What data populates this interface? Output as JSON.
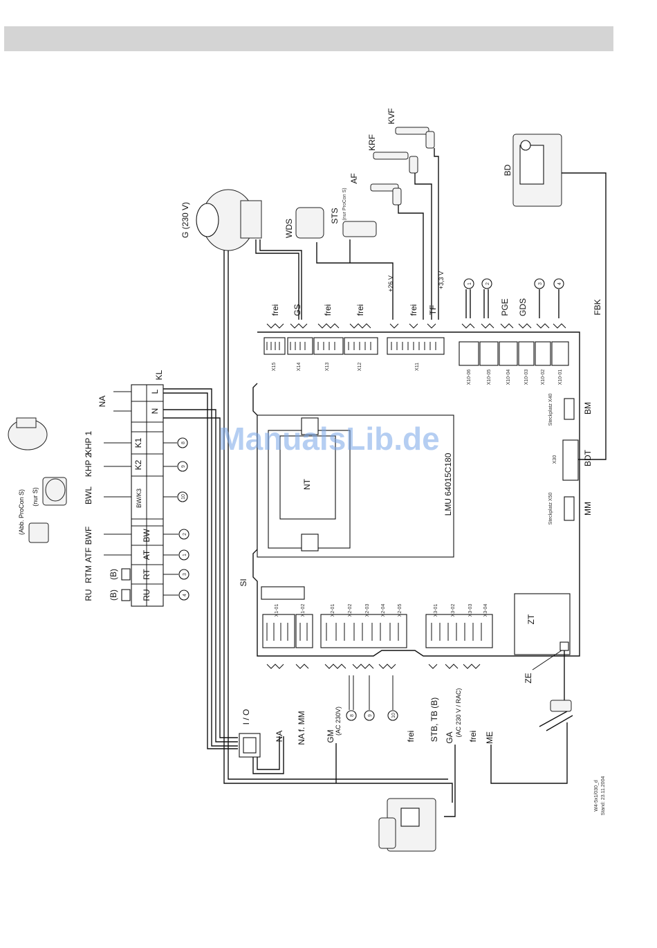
{
  "board": {
    "name": "LMU 64015C180",
    "nt": "NT",
    "zt": "ZT",
    "top_connectors": [
      "X15",
      "X14",
      "X13",
      "X12",
      "X11"
    ],
    "right_connectors": [
      "X10-06",
      "X10-05",
      "X10-04",
      "X10-03",
      "X10-02",
      "X10-01"
    ],
    "slot_labels": [
      "Steckplatz X40",
      "X30",
      "Steckplatz X50"
    ],
    "bottom_connectors_left": [
      "X1-01",
      "X1-02"
    ],
    "bottom_connectors_mid": [
      "X2-01",
      "X2-02",
      "X2-03",
      "X2-04",
      "X2-05"
    ],
    "bottom_connectors_right": [
      "X3-01",
      "X3-02",
      "X3-03",
      "X3-04"
    ]
  },
  "top_labels": [
    "frei",
    "GS",
    "frei",
    "frei",
    "frei",
    "TF",
    "PGE",
    "GDS"
  ],
  "components": {
    "g230": "G (230 V)",
    "wds": "WDS",
    "sts": "STS",
    "sts_note": "(nur ProCon S)",
    "af": "AF",
    "krf": "KRF",
    "kvf": "KVF",
    "bd": "BD",
    "fbk": "FBK",
    "bm": "BM",
    "bdt": "BDT",
    "mm": "MM",
    "si": "SI",
    "ze": "ZE",
    "v26": "+26 V",
    "v33": "+3,3 V"
  },
  "circles_top": [
    "1",
    "2",
    "3",
    "4"
  ],
  "terminal_block": {
    "kl": "KL",
    "na": "NA",
    "l": "L",
    "n": "N",
    "k1": "K1",
    "k2": "K2",
    "bwk3": "BW/K3",
    "bw": "BW",
    "at": "AT",
    "rt": "RT",
    "ru": "RU",
    "khp1": "KHP 1",
    "khp2": "KHP 2",
    "bwl": "BWL",
    "bwf": "BWF",
    "atf": "ATF",
    "rtm": "RTM",
    "b": "(B)",
    "pump_note1": "(nur S)",
    "pump_note2": "(Abb. ProCon S)",
    "circles": [
      "8",
      "9",
      "10",
      "2",
      "1",
      "3",
      "4"
    ]
  },
  "bottom_labels": {
    "io": "I / O",
    "na": "NA",
    "na_mm": "NA f. MM",
    "gm": "GM",
    "gm_sub": "(AC 230V)",
    "frei1": "frei",
    "stb": "STB, TB (B)",
    "ga": "GA",
    "ga_sub": "(AC 230 V / RAC)",
    "frei2": "frei",
    "me": "ME"
  },
  "circles_bottom": [
    "8",
    "9",
    "10"
  ],
  "footer_code": [
    "W4-5x1/030_d",
    "Stand: 23.11.2004"
  ],
  "watermark": "ManualsLib.de"
}
